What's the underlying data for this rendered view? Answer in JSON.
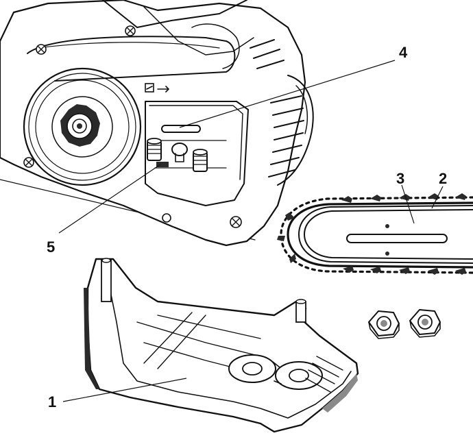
{
  "diagram": {
    "callouts": [
      {
        "id": "callout-1",
        "label": "1"
      },
      {
        "id": "callout-2",
        "label": "2"
      },
      {
        "id": "callout-3",
        "label": "3"
      },
      {
        "id": "callout-4",
        "label": "4"
      },
      {
        "id": "callout-5",
        "label": "5"
      }
    ],
    "colors": {
      "ink": "#111111",
      "shade": "#8a8a8a",
      "paper": "#ffffff"
    }
  }
}
